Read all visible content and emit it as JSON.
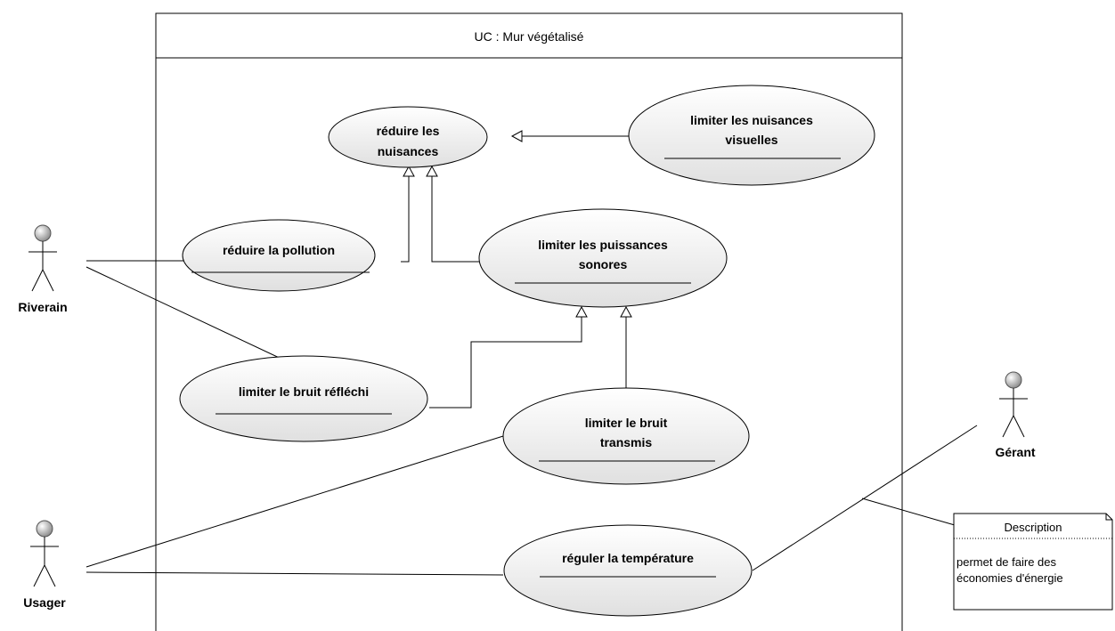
{
  "system": {
    "title": "UC : Mur végétalisé"
  },
  "actors": {
    "riverain": "Riverain",
    "usager": "Usager",
    "gerant": "Gérant"
  },
  "use_cases": {
    "reduire_nuisances": [
      "réduire les",
      "nuisances"
    ],
    "limiter_visuelles": [
      "limiter les nuisances",
      "visuelles"
    ],
    "reduire_pollution": [
      "réduire la pollution"
    ],
    "limiter_sonores": [
      "limiter les puissances",
      "sonores"
    ],
    "limiter_reflechi": [
      "limiter le bruit réfléchi"
    ],
    "limiter_transmis": [
      "limiter le bruit",
      "transmis"
    ],
    "reguler_temperature": [
      "réguler la température"
    ]
  },
  "note": {
    "title": "Description",
    "lines": [
      "permet de faire des",
      "économies d'énergie"
    ]
  },
  "colors": {
    "ellipse_light": "#ffffff",
    "ellipse_dark": "#e0e0e0",
    "actor_head_light": "#ffffff",
    "actor_head_dark": "#8a8a8a",
    "stroke": "#000000"
  }
}
